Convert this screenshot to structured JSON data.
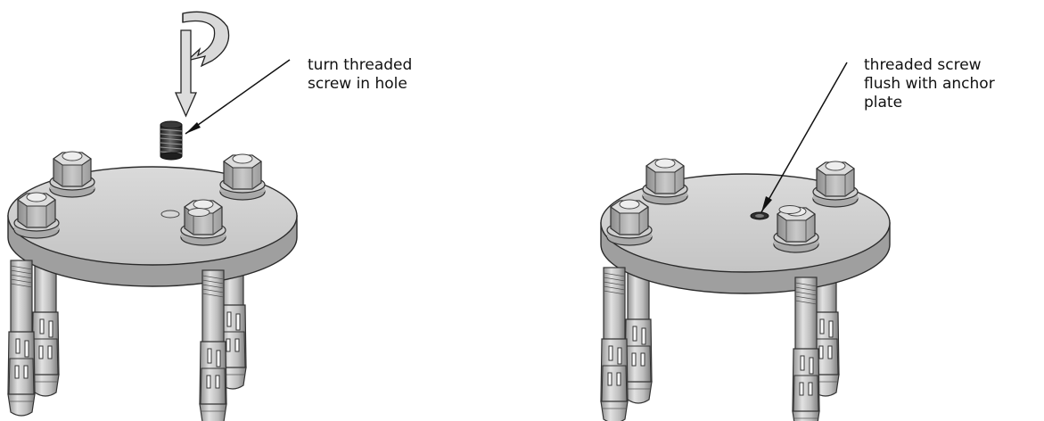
{
  "panels": [
    {
      "callout": "turn threaded\nscrew in hole",
      "screw_state": "loose above hole",
      "rotation_arrow": true
    },
    {
      "callout": "threaded screw\nflush with anchor\nplate",
      "screw_state": "flush with plate",
      "rotation_arrow": false
    }
  ],
  "colors": {
    "plate_top": "#cfcfcf",
    "plate_side": "#9d9d9d",
    "nut": "#b9b9b9",
    "bolt": "#c2c2c2",
    "screw": "#3c3c3c",
    "arrow_fill": "#d7d7d7",
    "outline": "#2a2a2a"
  }
}
